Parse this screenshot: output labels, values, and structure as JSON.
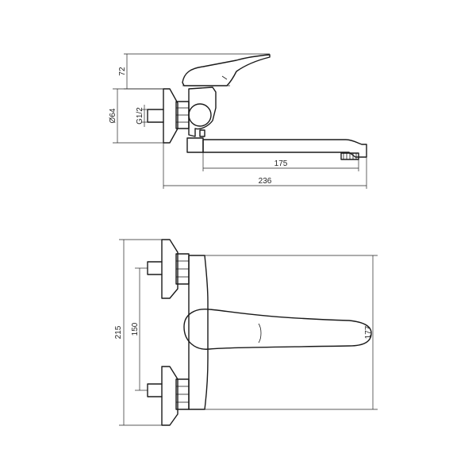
{
  "drawing": {
    "side_view": {
      "dimensions": {
        "height_72": "72",
        "diameter_64": "Ø64",
        "thread": "G1/2",
        "spout_175": "175",
        "overall_236": "236"
      }
    },
    "front_view": {
      "dimensions": {
        "height_215": "215",
        "spacing_150": "150",
        "depth_177": "177"
      }
    }
  }
}
